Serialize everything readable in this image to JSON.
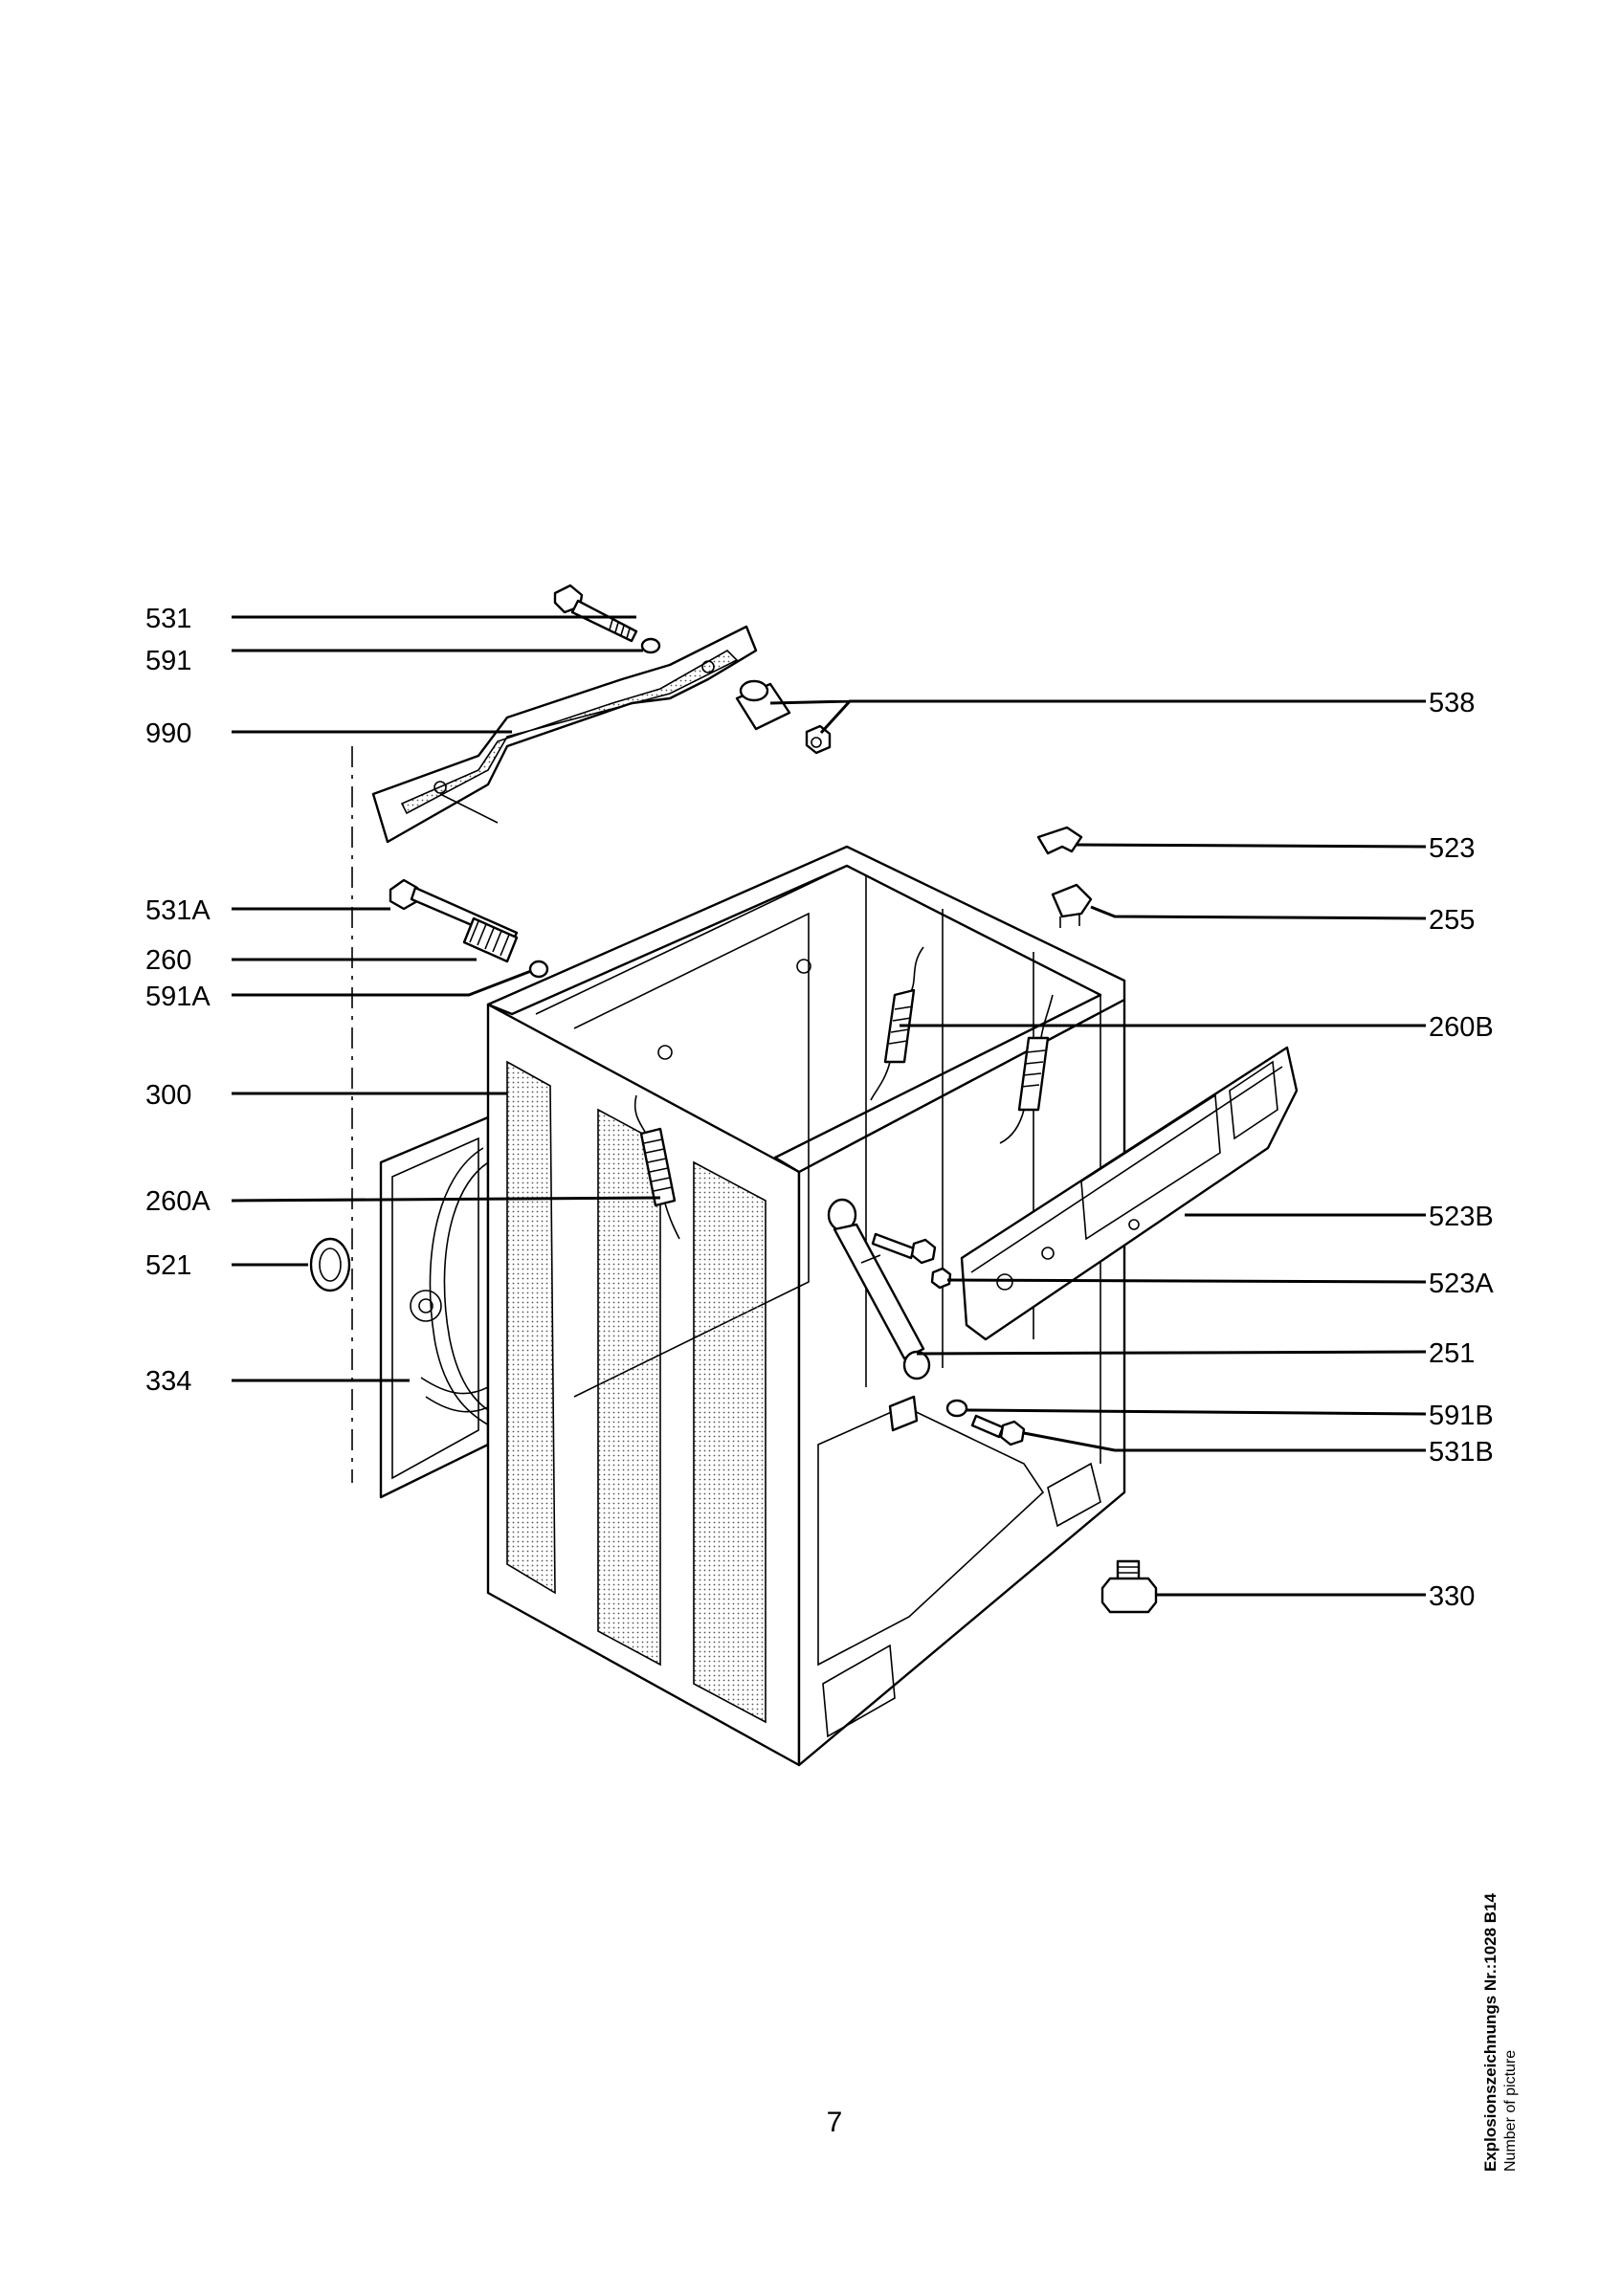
{
  "callouts": {
    "c531": "531",
    "c591": "591",
    "c990": "990",
    "c531A": "531A",
    "c260": "260",
    "c591A": "591A",
    "c300": "300",
    "c260A": "260A",
    "c521": "521",
    "c334": "334",
    "c538": "538",
    "c523": "523",
    "c255": "255",
    "c260B": "260B",
    "c523B": "523B",
    "c523A": "523A",
    "c251": "251",
    "c591B": "591B",
    "c531B": "531B",
    "c330": "330"
  },
  "page_number": "7",
  "reference": {
    "title": "Explosionszeichnungs Nr.:1028 B14",
    "subtitle": "Number of picture"
  }
}
